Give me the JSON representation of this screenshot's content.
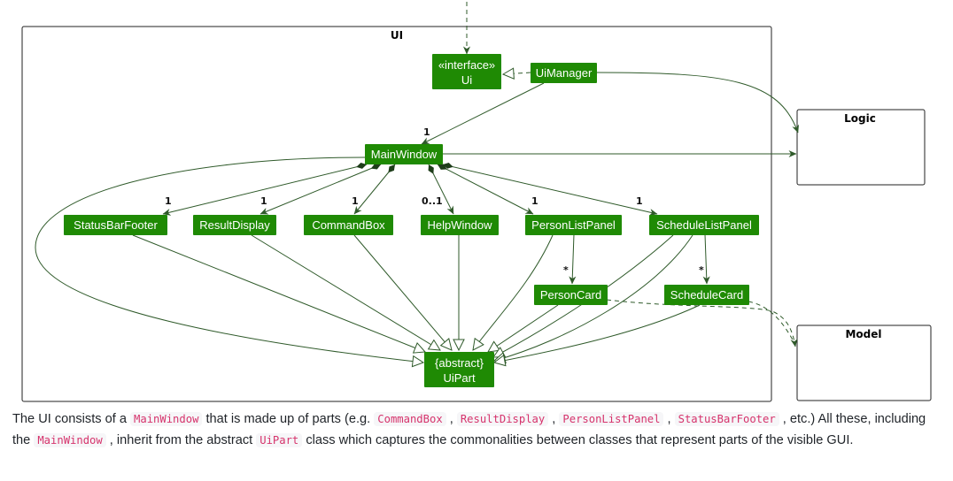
{
  "diagram": {
    "packages": {
      "ui": "UI",
      "logic": "Logic",
      "model": "Model"
    },
    "classes": {
      "ui_interface_stereo": "«interface»",
      "ui_interface_name": "Ui",
      "ui_manager": "UiManager",
      "main_window": "MainWindow",
      "status_bar_footer": "StatusBarFooter",
      "result_display": "ResultDisplay",
      "command_box": "CommandBox",
      "help_window": "HelpWindow",
      "person_list_panel": "PersonListPanel",
      "schedule_list_panel": "ScheduleListPanel",
      "person_card": "PersonCard",
      "schedule_card": "ScheduleCard",
      "uipart_stereo": "{abstract}",
      "uipart_name": "UiPart"
    },
    "multiplicities": {
      "uimanager_mainwindow": "1",
      "status_bar_footer": "1",
      "result_display": "1",
      "command_box": "1",
      "help_window": "0..1",
      "person_list_panel": "1",
      "schedule_list_panel": "1",
      "person_card": "*",
      "schedule_card": "*"
    },
    "colors": {
      "class_fill": "#1f8a04",
      "class_text": "#ffffff",
      "line": "#2f5a2a",
      "border": "#222222"
    }
  },
  "caption": {
    "t1": "The UI consists of a ",
    "c1": "MainWindow",
    "t2": " that is made up of parts (e.g. ",
    "c2": "CommandBox",
    "t3": " , ",
    "c3": "ResultDisplay",
    "t4": " , ",
    "c4": "PersonListPanel",
    "t5": " , ",
    "c5": "StatusBarFooter",
    "t6": " , etc.) All these, including the ",
    "c6": "MainWindow",
    "t7": " , inherit from the abstract ",
    "c7": "UiPart",
    "t8": " class which captures the commonalities between classes that represent parts of the visible GUI."
  }
}
